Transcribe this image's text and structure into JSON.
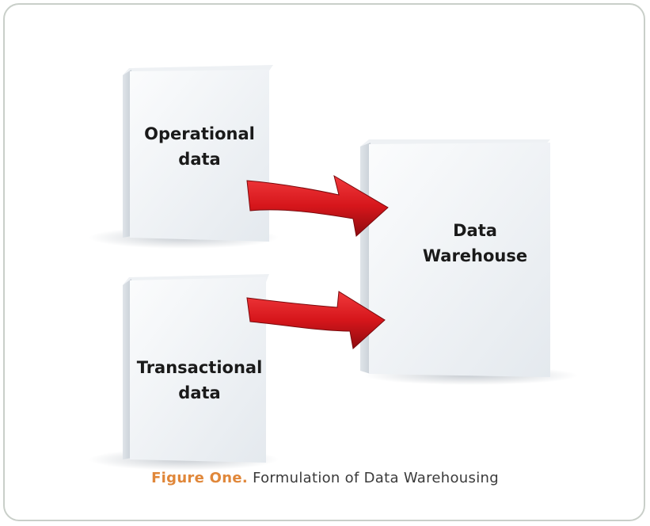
{
  "boxes": {
    "operational": {
      "line1": "Operational",
      "line2": "data"
    },
    "transactional": {
      "line1": "Transactional",
      "line2": "data"
    },
    "warehouse": {
      "line1": "Data",
      "line2": "Warehouse"
    }
  },
  "caption": {
    "lead": "Figure One.",
    "text": "Formulation of Data Warehousing"
  },
  "colors": {
    "arrow": "#d6161b",
    "caption_lead": "#e0873a",
    "frame": "#c9cfc9"
  }
}
